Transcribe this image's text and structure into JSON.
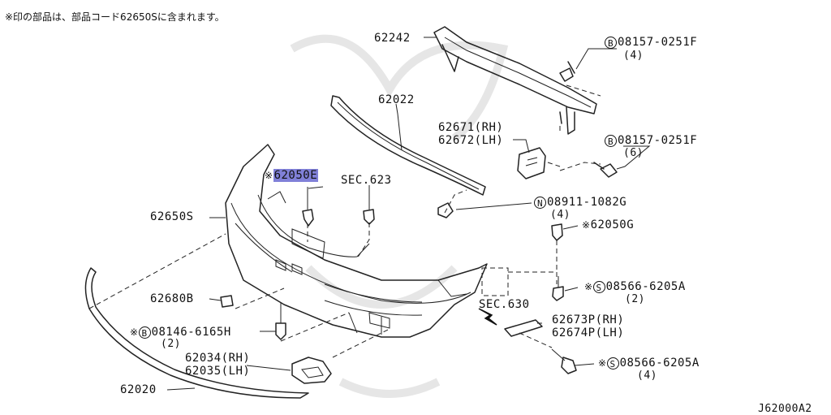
{
  "note": "※印の部品は、部品コード62650Sに含まれます。",
  "diagram_code": "J62000A2",
  "labels": {
    "p62242": "62242",
    "p62022": "62022",
    "p62671": "62671(RH)",
    "p62672": "62672(LH)",
    "bolt1": "08157-0251F",
    "bolt1_qty": "(4)",
    "bolt2": "08157-0251F",
    "bolt2_qty": "(6)",
    "p62050e": "62050E",
    "sec623": "SEC.623",
    "p62650s": "62650S",
    "nut": "08911-1082G",
    "nut_qty": "(4)",
    "p62050g": "62050G",
    "screw1": "08566-6205A",
    "screw1_qty": "(2)",
    "sec630": "SEC.630",
    "p62673": "62673P(RH)",
    "p62674": "62674P(LH)",
    "screw2": "08566-6205A",
    "screw2_qty": "(4)",
    "p62680b": "62680B",
    "bolt3": "08146-6165H",
    "bolt3_qty": "(2)",
    "p62034": "62034(RH)",
    "p62035": "62035(LH)",
    "p62020": "62020"
  },
  "symbols": {
    "star": "※",
    "bolt": "B",
    "nut": "N",
    "screw": "S"
  },
  "highlight_color": "#8080d8"
}
